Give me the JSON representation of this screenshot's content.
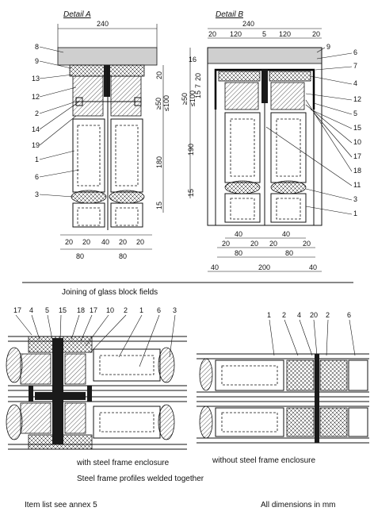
{
  "detail_a": {
    "title": "Detail A",
    "dims_top": [
      "240"
    ],
    "dims_right": [
      "20",
      "≥50",
      "≤100",
      "180",
      "15"
    ],
    "dims_bottom_row1": [
      "20",
      "20",
      "40",
      "20",
      "20"
    ],
    "dims_bottom_row2": [
      "80",
      "80"
    ],
    "callouts": [
      "8",
      "9",
      "13",
      "12",
      "2",
      "14",
      "19",
      "1",
      "6",
      "3"
    ]
  },
  "detail_b": {
    "title": "Detail B",
    "dims_top_total": "240",
    "dims_top": [
      "20",
      "120",
      "5",
      "120",
      "20"
    ],
    "dims_left": [
      "20",
      "7",
      "15",
      "≥50",
      "≤100",
      "190",
      "15"
    ],
    "dims_bottom_row1": [
      "40",
      "40"
    ],
    "dims_bottom_row2": [
      "20",
      "20",
      "20",
      "20"
    ],
    "dims_bottom_row3": [
      "80",
      "80"
    ],
    "dims_bottom_row4": [
      "40",
      "200",
      "40"
    ],
    "callouts_left": [
      "16"
    ],
    "callouts_right": [
      "9",
      "6",
      "7",
      "4",
      "12",
      "5",
      "15",
      "10",
      "17",
      "18",
      "11",
      "3",
      "1"
    ]
  },
  "section_title": "Joining of glass block fields",
  "lower_left": {
    "callouts": [
      "17",
      "4",
      "5",
      "15",
      "18",
      "17",
      "10",
      "2",
      "1",
      "6",
      "3"
    ],
    "caption": "with steel frame enclosure"
  },
  "lower_right": {
    "callouts": [
      "1",
      "2",
      "4",
      "20",
      "2",
      "6"
    ],
    "caption": "without steel frame enclosure"
  },
  "note": "Steel frame profiles welded together",
  "footer_left": "Item list see annex 5",
  "footer_right": "All dimensions in mm"
}
